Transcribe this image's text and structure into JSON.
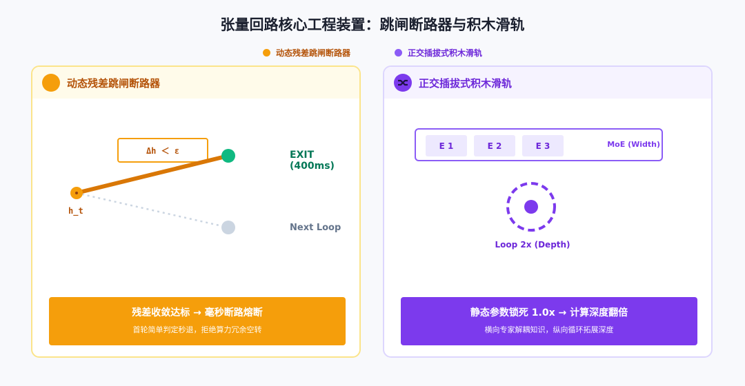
{
  "title": "张量回路核心工程装置：跳闸断路器与积木滑轨",
  "legend": [
    {
      "label": "动态残差跳闸断路器",
      "color": "#f59e0b",
      "text_color": "#b45309"
    },
    {
      "label": "正交插拔式积木滑轨",
      "color": "#8b5cf6",
      "text_color": "#6d28d9"
    }
  ],
  "left_panel": {
    "header": "动态残差跳闸断路器",
    "header_color": "#b45309",
    "icon": "circle-icon",
    "threshold_label": "Δh ＜ ε",
    "start_label": "h_t",
    "exit_label": "EXIT (400ms)",
    "next_label": "Next Loop",
    "banner_main": "残差收敛达标 → 毫秒断路熔断",
    "banner_sub": "首轮简单判定秒退，拒绝算力冗余空转"
  },
  "right_panel": {
    "header": "正交插拔式积木滑轨",
    "header_color": "#6d28d9",
    "icon": "shuffle-icon",
    "experts": [
      "E 1",
      "E 2",
      "E 3"
    ],
    "moe_label": "MoE (Width)",
    "depth_label": "Loop 2x (Depth)",
    "banner_main": "静态参数锁死 1.0x → 计算深度翻倍",
    "banner_sub": "横向专家解耦知识，纵向循环拓展深度"
  }
}
